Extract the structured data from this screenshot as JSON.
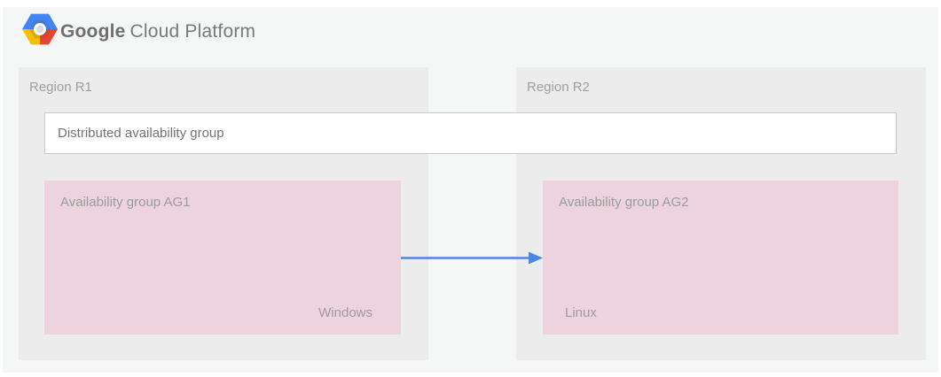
{
  "header": {
    "logo": {
      "icon": "gcp-hexagon-logo",
      "brand": "Google",
      "product": "Cloud Platform"
    }
  },
  "diagram": {
    "regions": [
      {
        "label": "Region R1"
      },
      {
        "label": "Region R2"
      }
    ],
    "distributed_group": {
      "label": "Distributed availability group"
    },
    "availability_groups": [
      {
        "label": "Availability group AG1",
        "os": "Windows",
        "region": "Region R1"
      },
      {
        "label": "Availability group AG2",
        "os": "Linux",
        "region": "Region R2"
      }
    ],
    "arrow": {
      "from": "Availability group AG1",
      "to": "Availability group AG2",
      "direction": "right"
    }
  },
  "colors": {
    "canvas_background": "#f5f6f6",
    "region_fill": "#ececec",
    "availability_group_fill": "#ecd3dd",
    "distributed_group_border": "#c8c8c8",
    "arrow_blue": "#4a86e8",
    "label_gray": "#9e9e9e",
    "dark_label_gray": "#737373",
    "logo_blue": "#4285f4",
    "logo_red": "#ea4335",
    "logo_yellow": "#fbbc05"
  }
}
